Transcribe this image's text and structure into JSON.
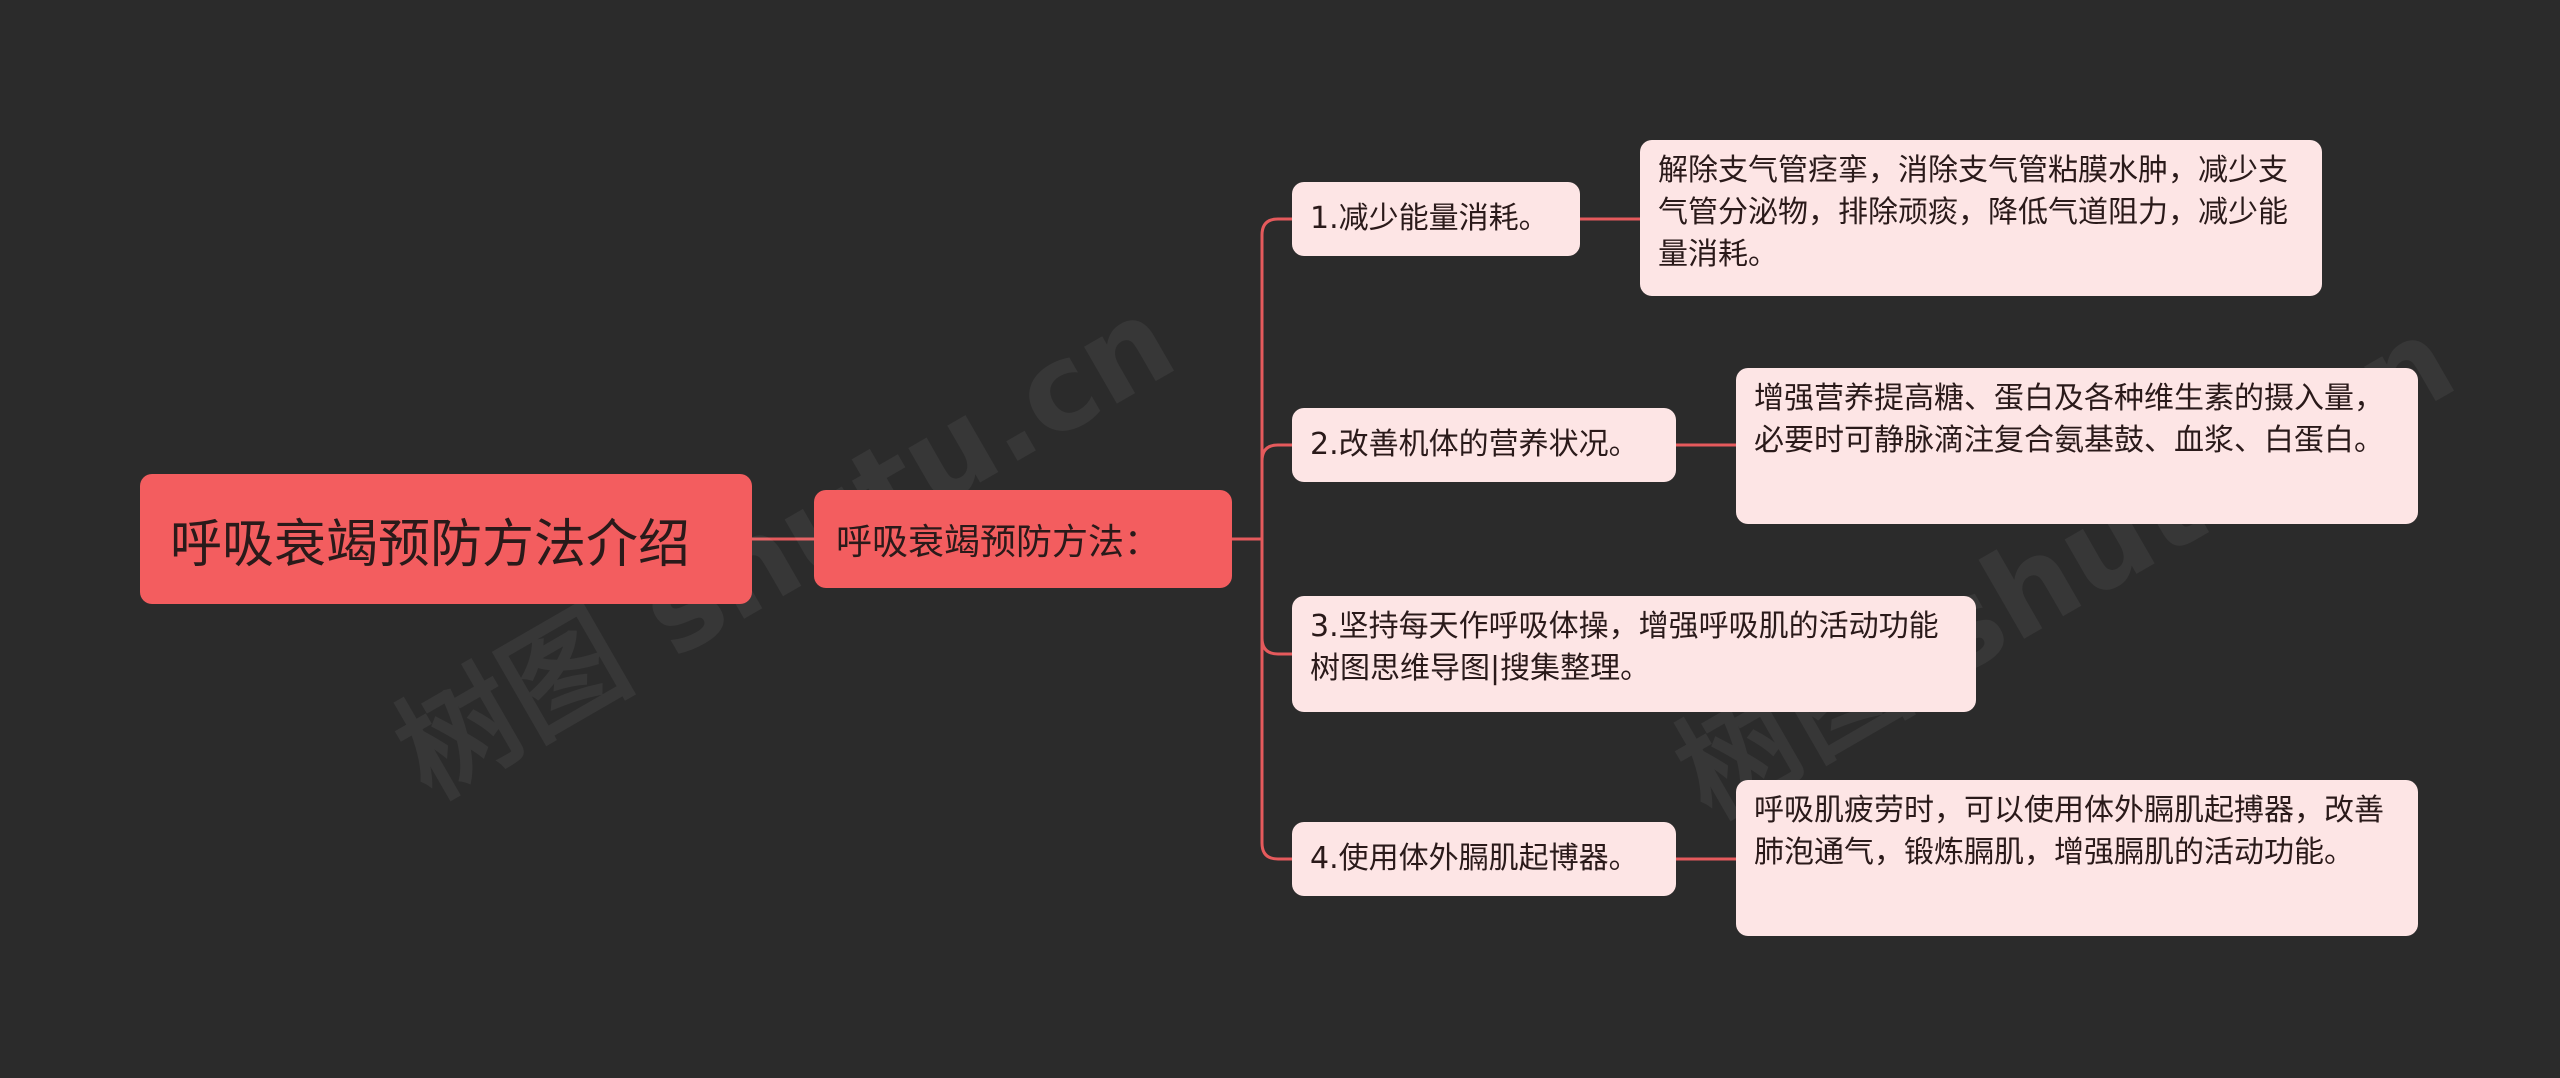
{
  "root": {
    "label": "呼吸衰竭预防方法介绍"
  },
  "mid": {
    "label": "呼吸衰竭预防方法："
  },
  "branches": [
    {
      "label": "1.减少能量消耗。",
      "detail": "解除支气管痉挛，消除支气管粘膜水肿，减少支气管分泌物，排除顽痰，降低气道阻力，减少能量消耗。"
    },
    {
      "label": "2.改善机体的营养状况。",
      "detail": "增强营养提高糖、蛋白及各种维生素的摄入量，必要时可静脉滴注复合氨基鼓、血浆、白蛋白。"
    },
    {
      "label": "3.坚持每天作呼吸体操，增强呼吸肌的活动功能树图思维导图|搜集整理。"
    },
    {
      "label": "4.使用体外膈肌起博器。",
      "detail": "呼吸肌疲劳时，可以使用体外膈肌起搏器，改善肺泡通气，锻炼膈肌，增强膈肌的活动功能。"
    }
  ],
  "colors": {
    "background": "#2b2b2b",
    "accent": "#f35d5f",
    "node_fill": "#fde5e5",
    "line": "#e55a5c"
  },
  "watermark": "树图 shutu.cn"
}
